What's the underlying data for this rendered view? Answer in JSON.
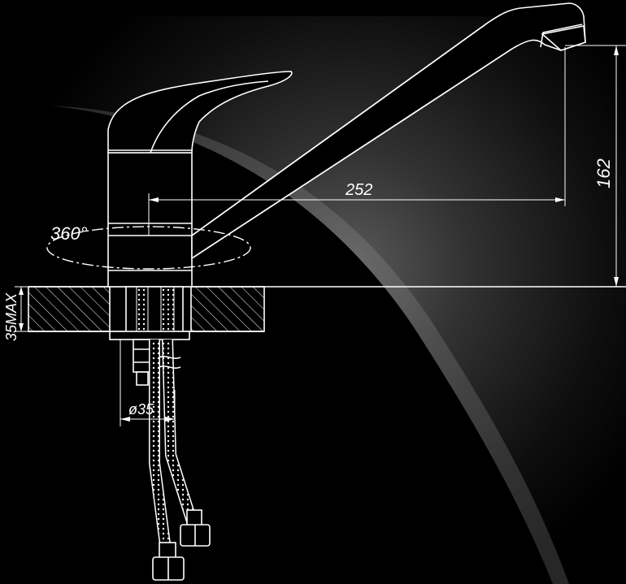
{
  "drawing": {
    "rotation_label": "360°",
    "spout_reach_label": "252",
    "spout_height_label": "162",
    "mount_thickness_label": "35MAX",
    "hole_diameter_label": "ø35"
  },
  "colors": {
    "background": "#000000",
    "line": "#ffffff",
    "glow": "#5a5a5a"
  }
}
